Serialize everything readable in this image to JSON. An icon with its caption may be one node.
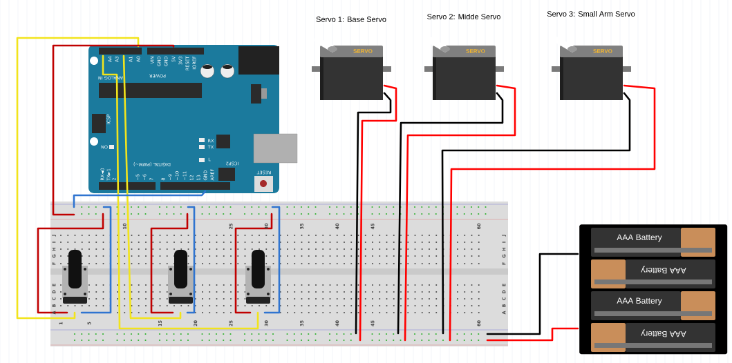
{
  "diagram": {
    "nodes": [
      {
        "text": [],
        "shape": "picture"
      },
      {
        "text": [],
        "shape": "picture"
      },
      {
        "text": [],
        "shape": "picture",
        "in": 1
      },
      {
        "text": [],
        "shape": "picture",
        "in": 1
      },
      {
        "text": [],
        "shape": "picture",
        "in": 1
      },
      {
        "text": [
          "Servo 1: Base Servo",
          "SERVO"
        ]
      },
      {
        "text": [
          "Servo 2: Midde Servo",
          "SERVO"
        ]
      },
      {
        "text": [
          "Servo 3: Small Arm Servo",
          "SERVO"
        ]
      },
      {
        "text": [
          "AAA Battery",
          "AAA Battery",
          "AAA Battery",
          "AAA Battery"
        ]
      }
    ],
    "edges": [
      {
        "from": 0,
        "to": 2,
        "arrow": "none",
        "color": "#f2e41c"
      },
      {
        "from": 0,
        "to": 3,
        "arrow": "none",
        "color": "#f2e41c"
      },
      {
        "from": 0,
        "to": 4,
        "arrow": "none",
        "color": "#f2e41c"
      },
      {
        "from": 0,
        "to": 1,
        "arrow": "none",
        "color": "#c00000"
      },
      {
        "from": 0,
        "to": 1,
        "arrow": "none",
        "color": "#2f74d0"
      },
      {
        "from": 1,
        "to": 2,
        "arrow": "none",
        "color": "#c00000"
      },
      {
        "from": 1,
        "to": 2,
        "arrow": "none",
        "color": "#2f74d0"
      },
      {
        "from": 1,
        "to": 3,
        "arrow": "none",
        "color": "#c00000"
      },
      {
        "from": 1,
        "to": 3,
        "arrow": "none",
        "color": "#2f74d0"
      },
      {
        "from": 1,
        "to": 4,
        "arrow": "none",
        "color": "#c00000"
      },
      {
        "from": 1,
        "to": 4,
        "arrow": "none",
        "color": "#2f74d0"
      },
      {
        "from": 5,
        "to": 1,
        "arrow": "none",
        "color": "#000000"
      },
      {
        "from": 5,
        "to": 1,
        "arrow": "none",
        "color": "#ff0000"
      },
      {
        "from": 6,
        "to": 1,
        "arrow": "none",
        "color": "#000000"
      },
      {
        "from": 6,
        "to": 1,
        "arrow": "none",
        "color": "#ff0000"
      },
      {
        "from": 7,
        "to": 1,
        "arrow": "none",
        "color": "#000000"
      },
      {
        "from": 7,
        "to": 1,
        "arrow": "none",
        "color": "#ff0000"
      },
      {
        "from": 8,
        "to": 1,
        "arrow": "none",
        "color": "#000000"
      },
      {
        "from": 8,
        "to": 1,
        "arrow": "none",
        "color": "#ff0000"
      }
    ],
    "labels": [
      "A4",
      "A3",
      "A1",
      "A0",
      "VIN",
      "GND",
      "GND",
      "5V",
      "3V3",
      "RESET",
      "IOREF",
      "ANALOG IN",
      "POWER",
      "ICSP",
      "RX",
      "ON",
      "TX",
      "L",
      "DIGITAL (PWM~)",
      "ICSP2",
      "RX◄0",
      "TX►1",
      "2",
      "~5",
      "~6",
      "7",
      "8",
      "~9",
      "~10",
      "~11",
      "12",
      "13",
      "GND",
      "AREF",
      "RESET",
      "10",
      "25",
      "30",
      "35",
      "40",
      "45",
      "60",
      "J",
      "I",
      "H",
      "G",
      "F",
      "E",
      "D",
      "C",
      "B",
      "A",
      "J",
      "I",
      "H",
      "G",
      "F",
      "E",
      "D",
      "C",
      "B",
      "A",
      "1",
      "5",
      "15",
      "20",
      "25",
      "30",
      "35",
      "40",
      "45",
      "60"
    ]
  }
}
